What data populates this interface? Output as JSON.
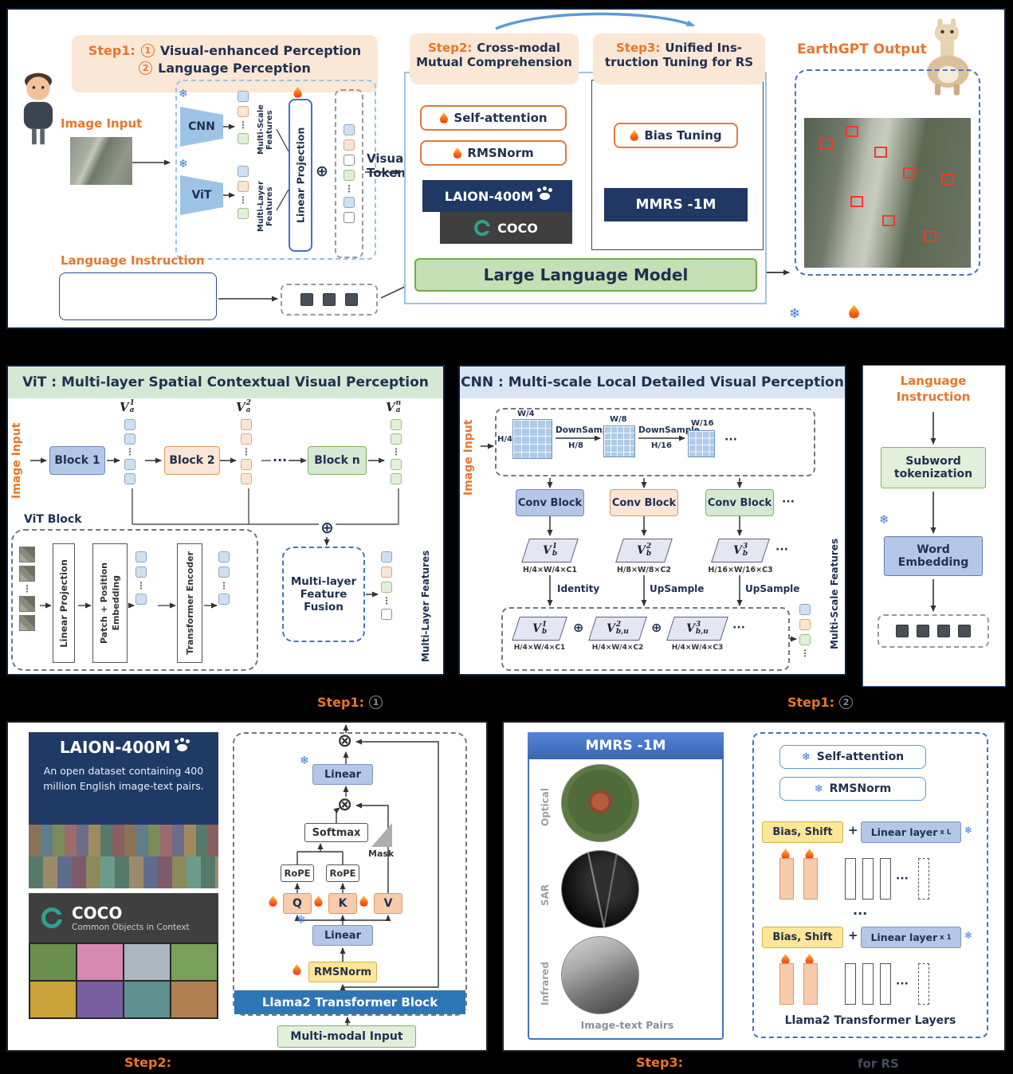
{
  "icons": {
    "snowflake": "❄",
    "oplus": "⊕",
    "otimes": "⊗",
    "hdots": "···",
    "vdots": "⋮",
    "plus": "+"
  },
  "top": {
    "step1": {
      "step": "Step1:",
      "n1": "1",
      "t1": "Visual-enhanced Perception",
      "n2": "2",
      "t2": "Language Perception"
    },
    "image_input": "Image Input",
    "cnn": "CNN",
    "vit": "ViT",
    "multi_scale": "Multi-Scale Features",
    "multi_layer": "Multi-Layer Features",
    "linear_projection": "Linear Projection",
    "visual_tokens_1": "Visual",
    "visual_tokens_2": "Tokens",
    "language_instruction": "Language Instruction",
    "step2": {
      "step": "Step2:",
      "t1": "Cross-modal",
      "t2": "Mutual Comprehension"
    },
    "step3": {
      "step": "Step3:",
      "t1": "Unified Ins-",
      "t2": "truction Tuning for RS"
    },
    "self_attention": "Self-attention",
    "rmsnorm": "RMSNorm",
    "laion": "LAION-400M",
    "coco": "COCO",
    "bias_tuning": "Bias Tuning",
    "mmrs": "MMRS -1M",
    "llm": "Large Language Model",
    "earthgpt_output": "EarthGPT Output"
  },
  "vit_panel": {
    "title": "ViT : Multi-layer Spatial Contextual Visual Perception",
    "image_input": "Image Input",
    "block1": "Block 1",
    "block2": "Block 2",
    "blockn": "Block n",
    "v1": {
      "base": "V",
      "sup": "1",
      "sub": "a"
    },
    "v2": {
      "base": "V",
      "sup": "2",
      "sub": "a"
    },
    "vn": {
      "base": "V",
      "sup": "n",
      "sub": "a"
    },
    "vit_block": "ViT Block",
    "linear_projection": "Linear Projection",
    "patch_embed_1": "Patch + Position",
    "patch_embed_2": "Embedding",
    "transformer_encoder": "Transformer Encoder",
    "fusion": "Multi-layer Feature Fusion",
    "multi_layer": "Multi-Layer Features",
    "step": {
      "label": "Step1:",
      "num": "1"
    }
  },
  "cnn_panel": {
    "title": "CNN : Multi-scale Local Detailed Visual Perception",
    "image_input": "Image Input",
    "w4": "W/4",
    "h4": "H/4",
    "w8": "W/8",
    "h8": "H/8",
    "w16": "W/16",
    "h16": "H/16",
    "downsample": "DownSample",
    "conv_block": "Conv Block",
    "vb1": {
      "base": "V",
      "sup": "1",
      "sub": "b"
    },
    "vb2": {
      "base": "V",
      "sup": "2",
      "sub": "b"
    },
    "vb3": {
      "base": "V",
      "sup": "3",
      "sub": "b"
    },
    "vb1b": {
      "base": "V",
      "sup": "1",
      "sub": "b"
    },
    "vbu2": {
      "base": "V",
      "sup": "2",
      "sub": "b,u"
    },
    "vbu3": {
      "base": "V",
      "sup": "3",
      "sub": "b,u"
    },
    "dim1": "H/4×W/4×C1",
    "dim2": "H/8×W/8×C2",
    "dim3": "H/16×W/16×C3",
    "dim1b": "H/4×W/4×C1",
    "dim2b": "H/4×W/4×C2",
    "dim3b": "H/4×W/4×C3",
    "identity": "Identity",
    "upsample": "UpSample",
    "multi_scale": "Multi-Scale Features",
    "step": {
      "label": "Step1:",
      "num": "2"
    }
  },
  "lang_panel": {
    "title1": "Language",
    "title2": "Instruction",
    "subword": "Subword tokenization",
    "word_embedding": "Word Embedding"
  },
  "step2_panel": {
    "laion_title": "LAION-400M",
    "laion_desc": "An open dataset containing 400 million English image-text pairs.",
    "coco_title": "COCO",
    "coco_sub": "Common Objects in Context",
    "block_title": "Llama2 Transformer Block",
    "multimodal_input": "Multi-modal Input",
    "rmsnorm": "RMSNorm",
    "linear": "Linear",
    "q": "Q",
    "k": "K",
    "v": "V",
    "rope": "RoPE",
    "softmax": "Softmax",
    "mask": "Mask",
    "step_label": "Step2:"
  },
  "step3_panel": {
    "mmrs": "MMRS -1M",
    "optical": "Optical",
    "sar": "SAR",
    "infrared": "Infrared",
    "image_text_pairs": "Image-text Pairs",
    "self_attention": "Self-attention",
    "rmsnorm": "RMSNorm",
    "bias_shift": "Bias, Shift",
    "linear_layer": "Linear layer",
    "xl": "x L",
    "x1": "x 1",
    "llama_layers": "Llama2 Transformer Layers",
    "step_label": "Step3:",
    "for_rs": "for RS"
  }
}
